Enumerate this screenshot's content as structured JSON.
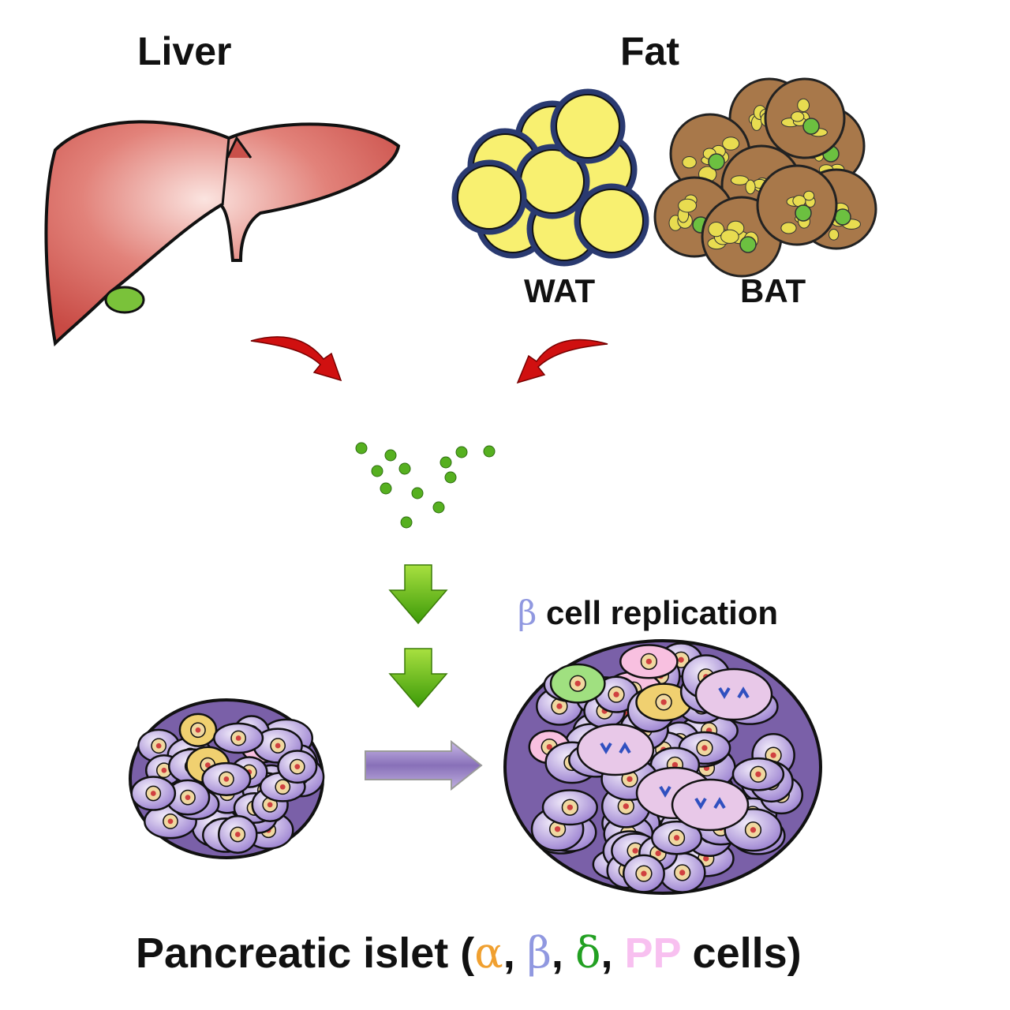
{
  "labels": {
    "liver": "Liver",
    "fat": "Fat",
    "wat": "WAT",
    "bat": "BAT",
    "replication_symbol": "β",
    "replication_text": " cell replication",
    "caption_prefix": "Pancreatic islet (",
    "alpha": "α",
    "sep1": ", ",
    "beta": "β",
    "sep2": ", ",
    "delta": "δ",
    "sep3": ", ",
    "pp": "PP",
    "caption_suffix": " cells)"
  },
  "colors": {
    "liver": "#d9605a",
    "wat_fat": "#f5ee60",
    "bat": "#a8784a",
    "islet_beta": "#b8a0e0",
    "arrow_red": "#d01010",
    "arrow_green": "#5cb010",
    "arrow_purple": "#a090c8",
    "alpha": "#f0a030",
    "beta": "#9098e0",
    "delta": "#22a022",
    "pp": "#f8c0f0"
  }
}
